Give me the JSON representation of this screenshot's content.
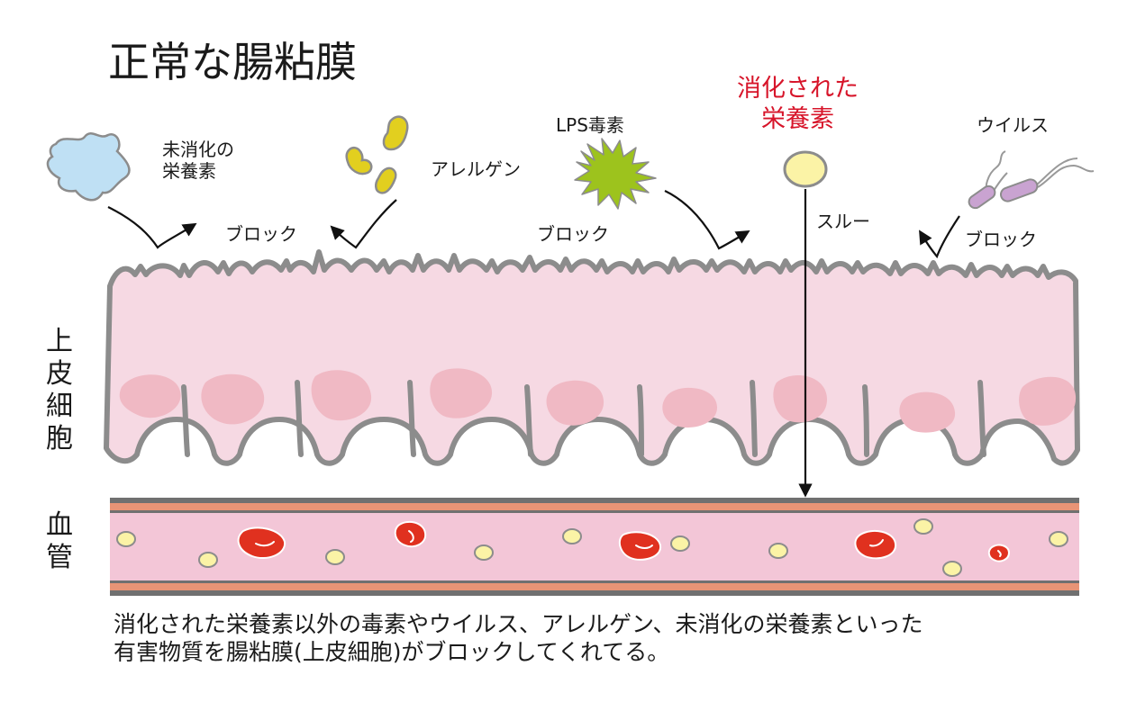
{
  "title": "正常な腸粘膜",
  "labels": {
    "undigested": [
      "未消化の",
      "栄養素"
    ],
    "allergen": "アレルゲン",
    "lps": "LPS毒素",
    "digested": [
      "消化された",
      "栄養素"
    ],
    "virus": "ウイルス",
    "block": "ブロック",
    "through": "スルー"
  },
  "side_labels": {
    "epithelium": [
      "上",
      "皮",
      "細",
      "胞"
    ],
    "blood_vessel": [
      "血",
      "管"
    ]
  },
  "caption": [
    "消化された栄養素以外の毒素やウイルス、アレルゲン、未消化の栄養素といった",
    "有害物質を腸粘膜(上皮細胞)がブロックしてくれてる。"
  ],
  "colors": {
    "epithelium_fill": "#f6d9e3",
    "outline": "#8c8c8c",
    "nucleus": "#f0b9c4",
    "undigested": "#bfe0f4",
    "allergen": "#e2cf1f",
    "lps": "#9dc31d",
    "nutrient": "#fbf3a6",
    "virus": "#c9a3d1",
    "vessel_fill": "#f3c6d7",
    "vessel_wall": "#e89476",
    "red_cell": "#e0311f",
    "highlight_text": "#d7152a"
  }
}
